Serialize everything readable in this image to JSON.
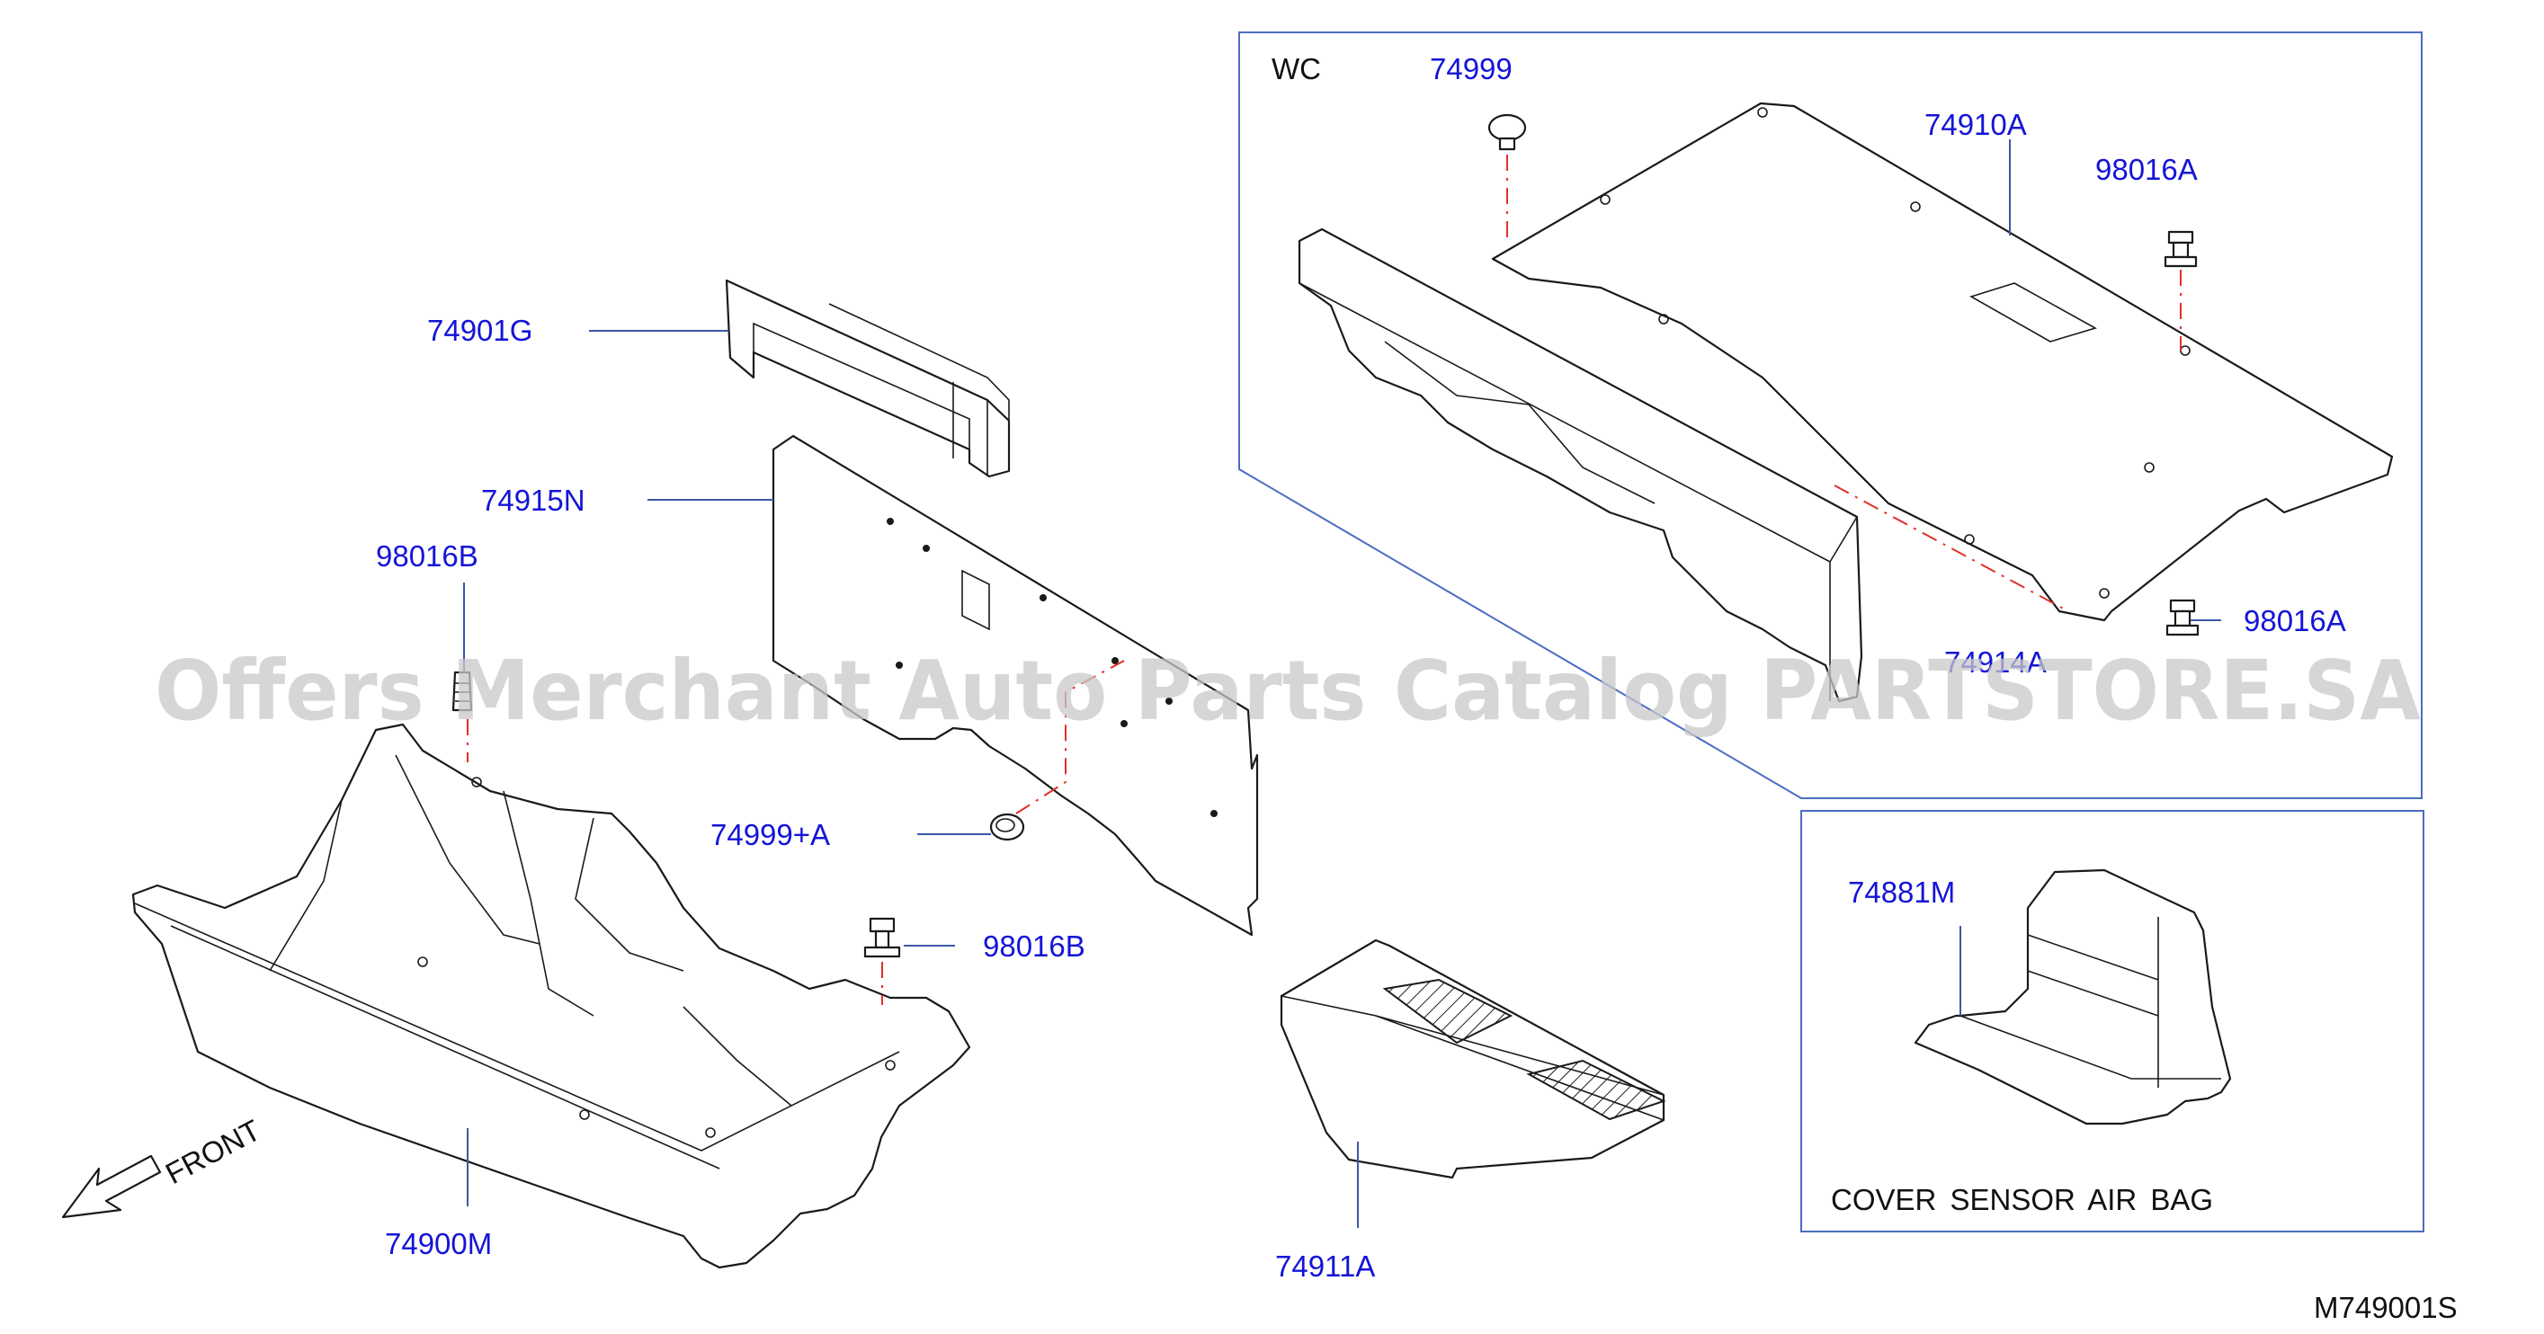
{
  "diagram": {
    "code": "M749001S",
    "watermark": "Offers Merchant Auto Parts Catalog PARTSTORE.SA",
    "front_label": "FRONT",
    "wc_box": {
      "title": "WC"
    },
    "sensor_box": {
      "caption": "COVER  SENSOR  AIR  BAG"
    },
    "callouts": {
      "p74901G": "74901G",
      "p74915N": "74915N",
      "p98016B_top": "98016B",
      "p74999A": "74999+A",
      "p98016B_bottom": "98016B",
      "p74900M": "74900M",
      "p74911A": "74911A",
      "p74999": "74999",
      "p74910A": "74910A",
      "p98016A_top": "98016A",
      "p98016A_bottom": "98016A",
      "p74914A": "74914A",
      "p74881M": "74881M"
    },
    "colors": {
      "callout_text": "#1414d8",
      "leader_line": "#3b58a8",
      "dash_line": "#e0302a",
      "box_border": "#4a6cc2",
      "outline": "#1a1a1a",
      "watermark": "#c8c8c8"
    }
  }
}
